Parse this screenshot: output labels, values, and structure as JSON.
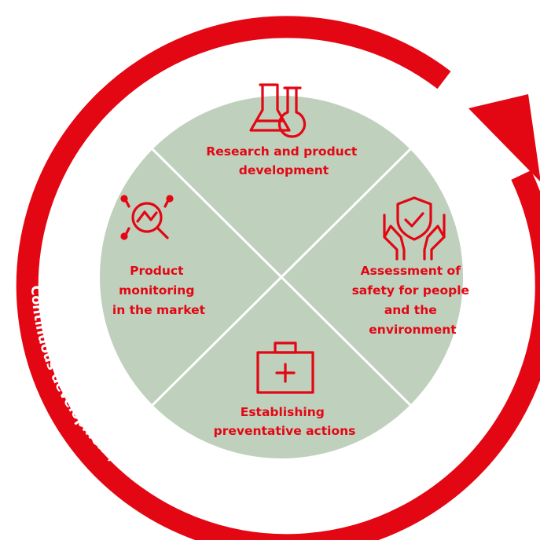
{
  "colors": {
    "accent": "#e30613",
    "circle_fill": "#bfd0bd",
    "divider": "#ffffff"
  },
  "ring_text": "Continuous development, including monitoring, internal auditing and corrective actions",
  "quadrants": {
    "top": {
      "icon": "lab-flasks-icon",
      "lines": [
        "Research and product",
        "development"
      ]
    },
    "right": {
      "icon": "hands-shield-check-icon",
      "lines": [
        "Assessment of",
        "safety for people",
        "and the",
        "environment"
      ]
    },
    "bottom": {
      "icon": "first-aid-kit-icon",
      "lines": [
        "Establishing",
        "preventative actions"
      ]
    },
    "left": {
      "icon": "market-monitoring-icon",
      "lines": [
        "Product",
        "monitoring",
        "in the market"
      ]
    }
  }
}
